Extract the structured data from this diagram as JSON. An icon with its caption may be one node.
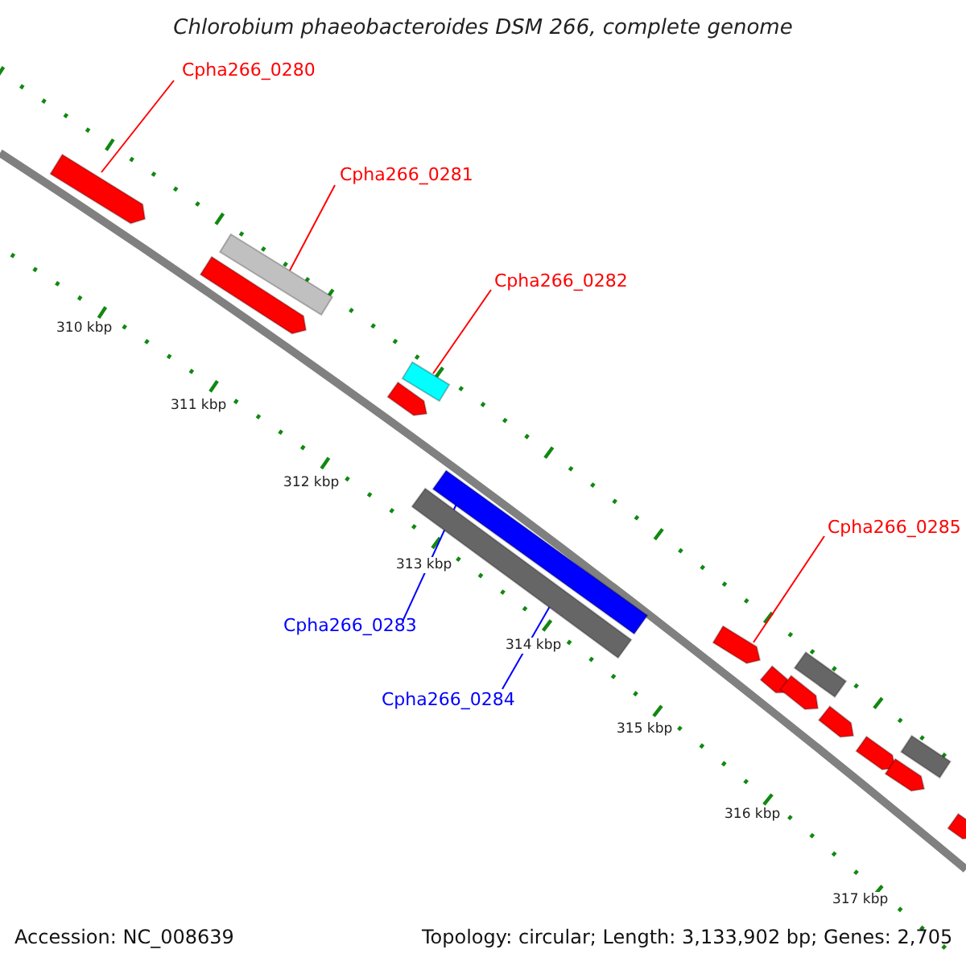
{
  "diagram": {
    "title": "Chlorobium phaeobacteroides DSM 266, complete genome",
    "nodes": [
      {
        "text": [
          "Cpha266_0280"
        ]
      },
      {
        "text": [
          "Cpha266_0281"
        ]
      },
      {
        "text": [
          "Cpha266_0282"
        ]
      },
      {
        "text": [
          "Cpha266_0283"
        ]
      },
      {
        "text": [
          "Cpha266_0284"
        ]
      },
      {
        "text": [
          "Cpha266_0285"
        ]
      },
      {
        "text": [],
        "shape": "bar"
      },
      {
        "text": [],
        "shape": "bar"
      },
      {
        "text": [],
        "shape": "bar"
      },
      {
        "text": [],
        "shape": "bar"
      },
      {
        "text": [],
        "shape": "bar"
      },
      {
        "text": [],
        "shape": "bar"
      }
    ],
    "edges": [
      {
        "from": 0,
        "to": 6,
        "arrow": "none"
      },
      {
        "from": 1,
        "to": 7,
        "arrow": "none"
      },
      {
        "from": 2,
        "to": 8,
        "arrow": "none"
      },
      {
        "from": 3,
        "to": 9,
        "arrow": "none",
        "color": "#0000ff"
      },
      {
        "from": 4,
        "to": 10,
        "arrow": "none",
        "color": "#0000ff"
      },
      {
        "from": 5,
        "to": 11,
        "arrow": "none"
      }
    ],
    "labels": [
      "310 kbp",
      "311 kbp",
      "312 kbp",
      "313 kbp",
      "314 kbp",
      "315 kbp",
      "316 kbp",
      "317 kbp",
      "Accession: NC_008639",
      "Topology: circular; Length: 3,133,902 bp; Genes: 2,705"
    ]
  }
}
